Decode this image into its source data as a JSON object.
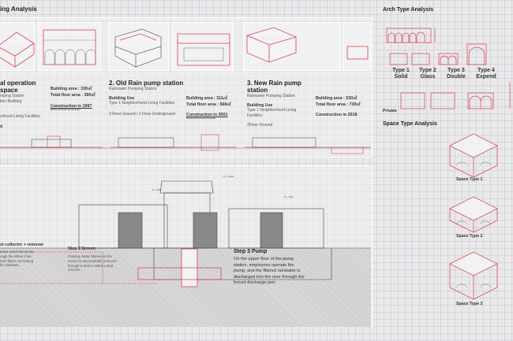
{
  "left": {
    "title": "ing Analysis",
    "stations": [
      {
        "name": "al operation space",
        "sub1": "mping Station",
        "sub2": "tion Building",
        "use": "orhood Living Facilities",
        "floors": "d",
        "area": "Building area : 330㎡",
        "floor_area": "Total floor area : 390㎡",
        "construction": "Construction in 1997",
        "structure": "Reinforced Concrete Structure"
      },
      {
        "name": "2. Old Rain pump station",
        "sub1": "Rainwater Pumping Station",
        "use_label": "Building Use",
        "use": "Type 1 Neighborhood Living Facilities",
        "floors": "3 Floor Ground / 1 Floor Underground",
        "area": "Building area : 311㎡",
        "floor_area": "Total floor area : 668㎡",
        "construction": "Construction in 2001",
        "structure": "Reinforced Concrete Structure"
      },
      {
        "name": "3. New Rain pump station",
        "sub1": "Rainwater Pumping Station",
        "use_label": "Building Use",
        "use": "Type 1 Neighborhood Living Facilities",
        "floors": "2Floor Ground",
        "area": "Building area : 530㎡",
        "floor_area": "Total floor area : 730㎡",
        "construction": "Construction in 2018"
      }
    ]
  },
  "section": {
    "levels": [
      "FL + 8000",
      "FL + 16000",
      "FL + 6000"
    ],
    "steps": [
      {
        "title": "st collector + remover",
        "text": [
          "water enters the pump",
          "ough the inflow chan-",
          "reen filters out floating",
          "he rainwater."
        ]
      },
      {
        "title": "Step 2 Screen",
        "text": [
          "Floating matter filtered on the",
          "screen is automatically removed",
          "through a device called a dust",
          "remover."
        ]
      },
      {
        "title": "Step 3 Pump",
        "text": [
          "On the upper floor of the pump",
          "station, employees operate the",
          "pump, and the filtered rainwater is",
          "discharged into the river through the",
          "forced discharge port."
        ]
      }
    ]
  },
  "arch": {
    "title": "Arch Type Analysis",
    "types": [
      {
        "a": "Type 1",
        "b": "Solid"
      },
      {
        "a": "Type 2",
        "b": "Glass"
      },
      {
        "a": "Type 3",
        "b": "Double"
      },
      {
        "a": "Type 4",
        "b": "Expend"
      }
    ],
    "private": "Private"
  },
  "space": {
    "title": "Space Type Analysis",
    "types": [
      "Space Type 1",
      "Space Type 2",
      "Space Type 3"
    ]
  },
  "colors": {
    "accent": "#d9434b",
    "line": "#555555"
  }
}
